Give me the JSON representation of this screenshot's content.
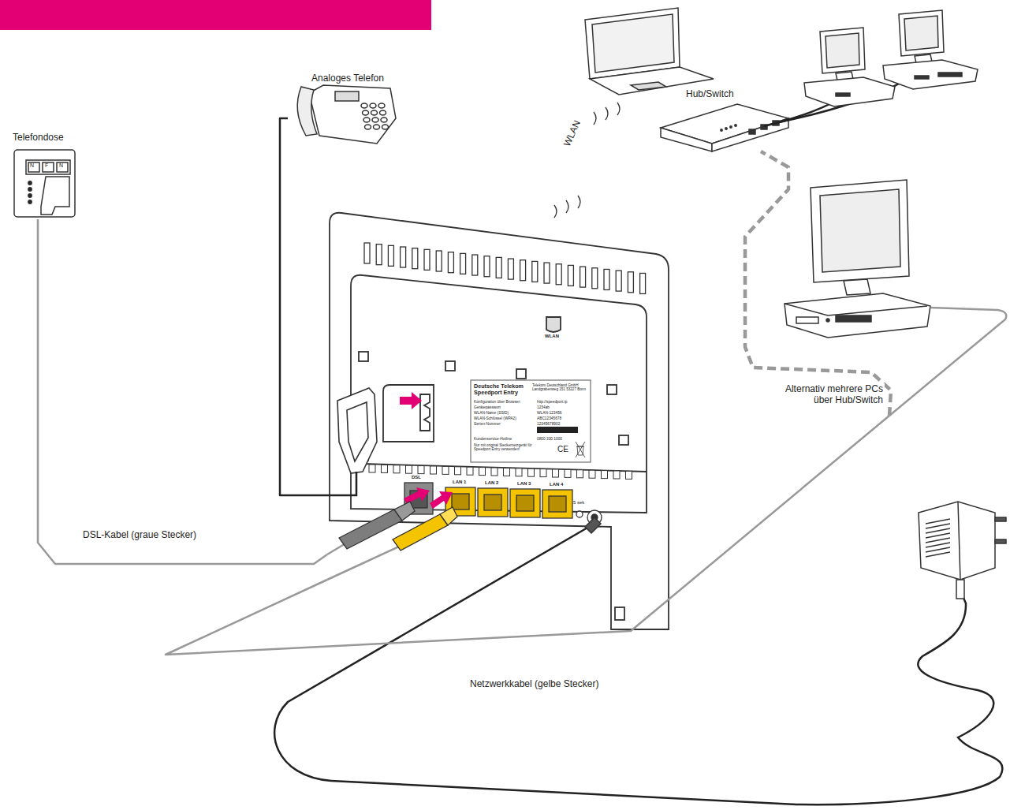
{
  "diagram": {
    "nodes": [
      {
        "text": [
          "Telefondose"
        ]
      },
      {
        "text": [
          "Analoges Telefon"
        ]
      },
      {
        "text": [
          "Hub/Switch"
        ]
      },
      {
        "text": [
          "WLAN"
        ]
      },
      {
        "text": [
          "Deutsche Telekom Speedport Entry",
          "Telekom Deutschland GmbH Landgrabenweg 151 53227 Bonn",
          "Konfiguration über Browser:",
          "http://speedport.ip",
          "Gerätepasswort",
          "1234ab",
          "WLAN-Name (SSID)",
          "WLAN-123456",
          "WLAN-Schlüssel (WPA2)",
          "ABC12345678",
          "Serien-Nummer",
          "12345678902",
          "Kundenservice-Hotline",
          "0800 330 1000",
          "Nur mit original Steckernetzgerät für Speedport Entry verwenden!",
          "CE"
        ],
        "in": 3
      }
    ],
    "edges": [
      {
        "from": 0,
        "to": 3,
        "arrow": "none",
        "label": "DSL-Kabel (graue Stecker)"
      },
      {
        "from": 1,
        "to": 3,
        "arrow": "none"
      },
      {
        "from": 3,
        "to": 2,
        "arrow": "none",
        "label": "Alternativ mehrere PCs über Hub/Switch"
      }
    ],
    "labels": [
      "N",
      "F",
      "N",
      "WLAN",
      "DSL",
      "LAN 1",
      "LAN 2",
      "LAN 3",
      "LAN 4",
      "5 sek",
      "Netzwerkkabel (gelbe Stecker)"
    ]
  }
}
